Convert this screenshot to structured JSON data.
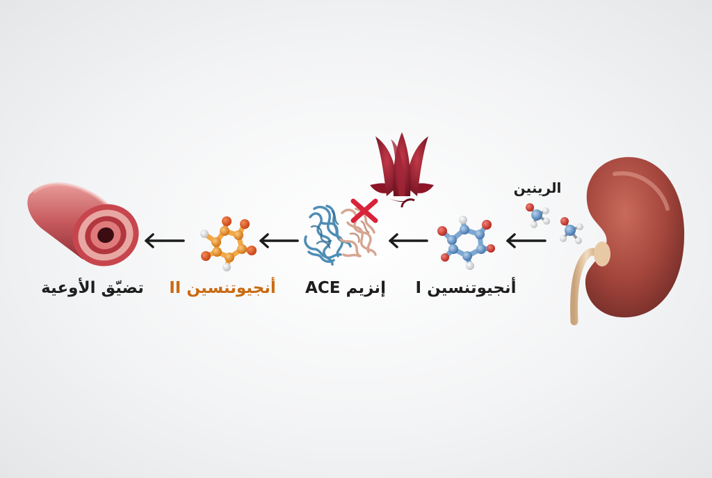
{
  "labels": {
    "renin": "الرينين",
    "angiotensin_1": "أنجيوتنسين I",
    "ace_enzyme": "إنزيم ACE",
    "angiotensin_2": "أنجيوتنسين II",
    "vasoconstriction": "تضيّق الأوعية"
  },
  "colors": {
    "text": "#1e1e1e",
    "accent": "#c96b12",
    "kidney": "#a4463c",
    "hibiscus": "#9c1f2e",
    "molecule_blue": "#5b8fc4",
    "molecule_orange": "#e8952e",
    "oxygen_red": "#d8352a",
    "protein_blue": "#4f8db5",
    "protein_pink": "#d7a591",
    "inhibit_x": "#d8233a",
    "vessel_red": "#b8404a"
  },
  "icons": [
    "kidney-icon",
    "renin-molecule-icon",
    "angiotensin-1-molecule-icon",
    "ace-protein-icon",
    "hibiscus-flower-icon",
    "inhibition-x-icon",
    "angiotensin-2-molecule-icon",
    "blood-vessel-icon",
    "arrow-left-icon"
  ]
}
